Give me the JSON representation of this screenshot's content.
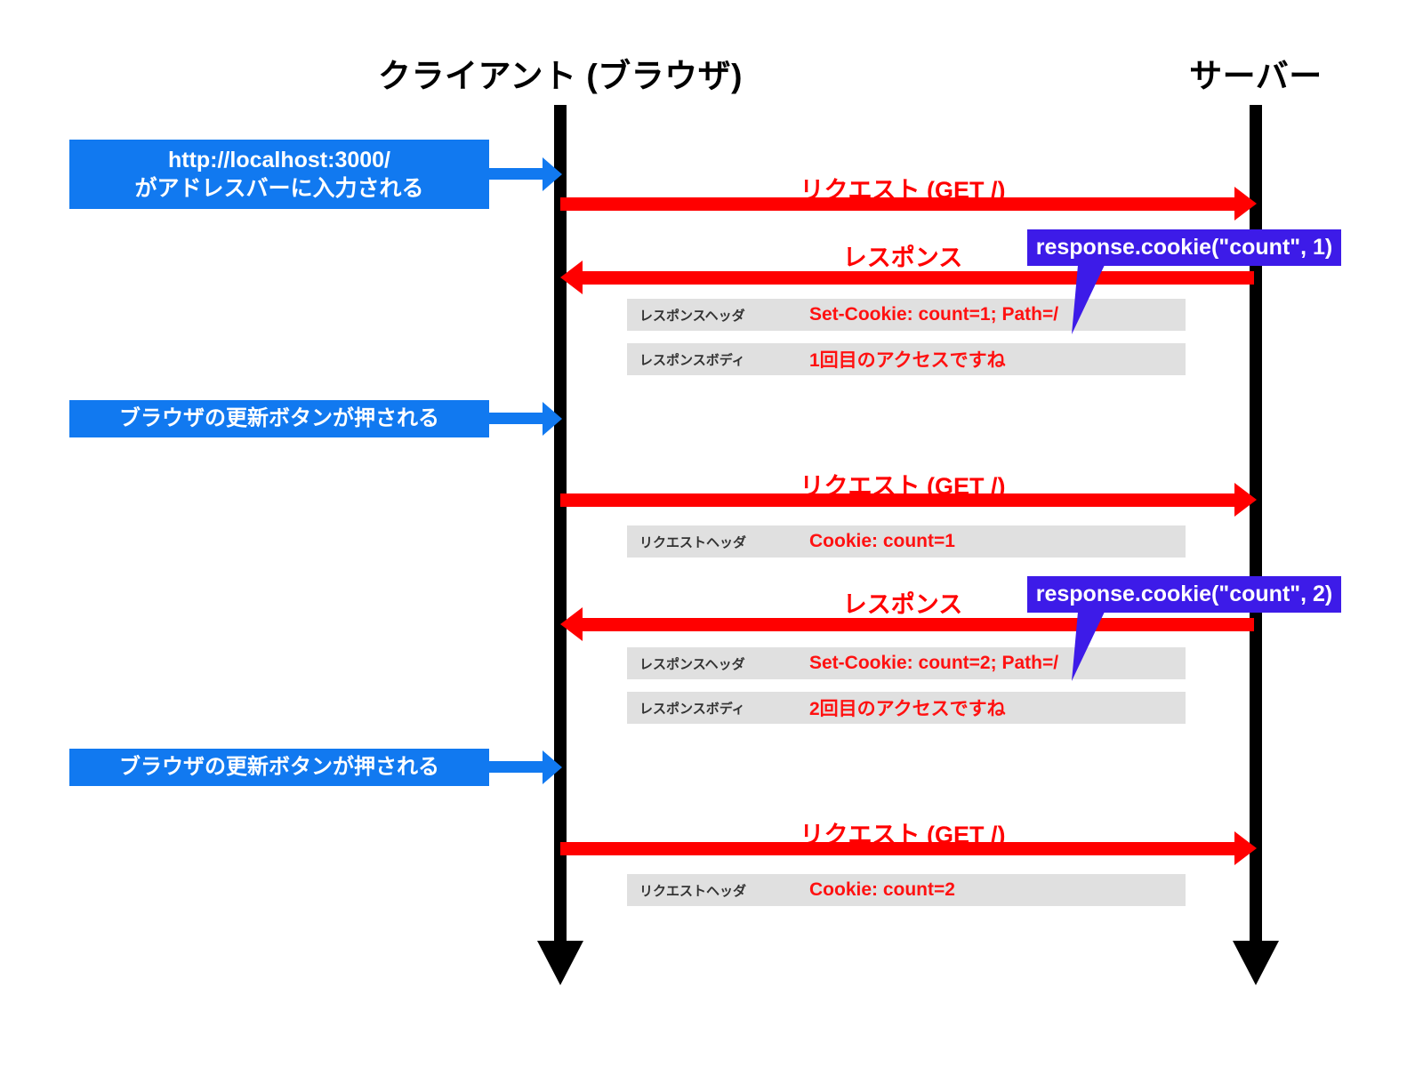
{
  "diagram": {
    "title_client": "クライアント (ブラウザ)",
    "title_server": "サーバー",
    "colors": {
      "lifeline": "#000000",
      "message": "#FF0000",
      "event": "#1179F0",
      "callout": "#3D1BE8",
      "detail_row": "#E0E0E0",
      "detail_value": "#FF1111",
      "background": "#FFFFFF"
    }
  },
  "events": [
    {
      "id": "event-url-entered",
      "line1": "http://localhost:3000/",
      "line2": "がアドレスバーに入力される"
    },
    {
      "id": "event-reload-1",
      "line1": "ブラウザの更新ボタンが押される",
      "line2": ""
    },
    {
      "id": "event-reload-2",
      "line1": "ブラウザの更新ボタンが押される",
      "line2": ""
    }
  ],
  "messages": [
    {
      "id": "msg-request-1",
      "label": "リクエスト (GET /)",
      "direction": "client-to-server"
    },
    {
      "id": "msg-response-1",
      "label": "レスポンス",
      "direction": "server-to-client"
    },
    {
      "id": "msg-request-2",
      "label": "リクエスト (GET /)",
      "direction": "client-to-server"
    },
    {
      "id": "msg-response-2",
      "label": "レスポンス",
      "direction": "server-to-client"
    },
    {
      "id": "msg-request-3",
      "label": "リクエスト (GET /)",
      "direction": "client-to-server"
    }
  ],
  "details": [
    {
      "id": "detail-resp-header-1",
      "label": "レスポンスヘッダ",
      "value": "Set-Cookie: count=1; Path=/"
    },
    {
      "id": "detail-resp-body-1",
      "label": "レスポンスボディ",
      "value": "1回目のアクセスですね"
    },
    {
      "id": "detail-req-header-2",
      "label": "リクエストヘッダ",
      "value": "Cookie: count=1"
    },
    {
      "id": "detail-resp-header-2",
      "label": "レスポンスヘッダ",
      "value": "Set-Cookie: count=2; Path=/"
    },
    {
      "id": "detail-resp-body-2",
      "label": "レスポンスボディ",
      "value": "2回目のアクセスですね"
    },
    {
      "id": "detail-req-header-3",
      "label": "リクエストヘッダ",
      "value": "Cookie: count=2"
    }
  ],
  "callouts": [
    {
      "id": "callout-set-cookie-1",
      "text": "response.cookie(\"count\", 1)"
    },
    {
      "id": "callout-set-cookie-2",
      "text": "response.cookie(\"count\", 2)"
    }
  ]
}
